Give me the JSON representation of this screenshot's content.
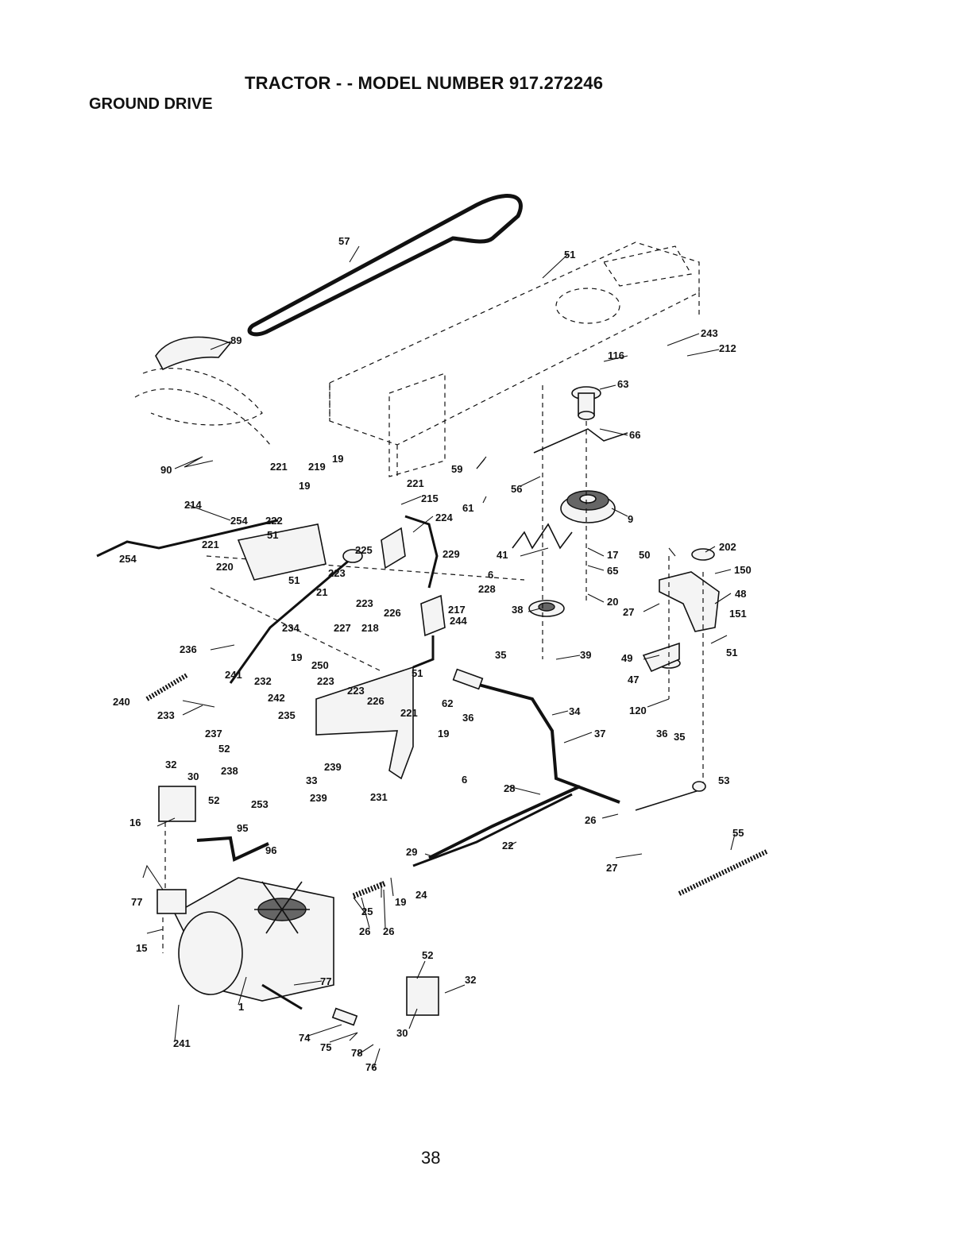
{
  "header": {
    "title": "TRACTOR - - MODEL NUMBER 917.272246",
    "subtitle": "GROUND DRIVE"
  },
  "footer": {
    "page_number": "38"
  },
  "diagram": {
    "callouts": {
      "c57": "57",
      "c51a": "51",
      "c89": "89",
      "c243": "243",
      "c212": "212",
      "c116": "116",
      "c63": "63",
      "c66": "66",
      "c90": "90",
      "c221a": "221",
      "c219": "219",
      "c19a": "19",
      "c221b": "221",
      "c19b": "19",
      "c59": "59",
      "c56": "56",
      "c61": "61",
      "c214": "214",
      "c254a": "254",
      "c222": "222",
      "c215": "215",
      "c224": "224",
      "c9": "9",
      "c51b": "51",
      "c221c": "221",
      "c254b": "254",
      "c220": "220",
      "c225": "225",
      "c229": "229",
      "c41": "41",
      "c17": "17",
      "c50": "50",
      "c202": "202",
      "c150": "150",
      "c65": "65",
      "c223a": "223",
      "c51c": "51",
      "c6a": "6",
      "c21": "21",
      "c48": "48",
      "c223b": "223",
      "c226a": "226",
      "c228": "228",
      "c38": "38",
      "c20": "20",
      "c234": "234",
      "c227": "227",
      "c218": "218",
      "c217": "217",
      "c27a": "27",
      "c151": "151",
      "c244": "244",
      "c236": "236",
      "c19c": "19",
      "c250": "250",
      "c35a": "35",
      "c39": "39",
      "c51d": "51",
      "c49": "49",
      "c51e": "51",
      "c241a": "241",
      "c232": "232",
      "c223c": "223",
      "c47": "47",
      "c240": "240",
      "c242": "242",
      "c223d": "223",
      "c226b": "226",
      "c62": "62",
      "c233": "233",
      "c120": "120",
      "c235": "235",
      "c221d": "221",
      "c36a": "36",
      "c34": "34",
      "c237": "237",
      "c19d": "19",
      "c37": "37",
      "c36b": "36",
      "c35b": "35",
      "c52a": "52",
      "c239a": "239",
      "c32a": "32",
      "c238": "238",
      "c33": "33",
      "c30a": "30",
      "c6b": "6",
      "c53": "53",
      "c239b": "239",
      "c231": "231",
      "c28": "28",
      "c52b": "52",
      "c16": "16",
      "c253": "253",
      "c26a": "26",
      "c55": "55",
      "c95": "95",
      "c22": "22",
      "c96": "96",
      "c27b": "27",
      "c29": "29",
      "c24": "24",
      "c77a": "77",
      "c25": "25",
      "c19e": "19",
      "c26b": "26",
      "c26c": "26",
      "c15": "15",
      "c52c": "52",
      "c32b": "32",
      "c77b": "77",
      "c1": "1",
      "c241b": "241",
      "c74": "74",
      "c30b": "30",
      "c75": "75",
      "c78": "78",
      "c76": "76"
    }
  }
}
